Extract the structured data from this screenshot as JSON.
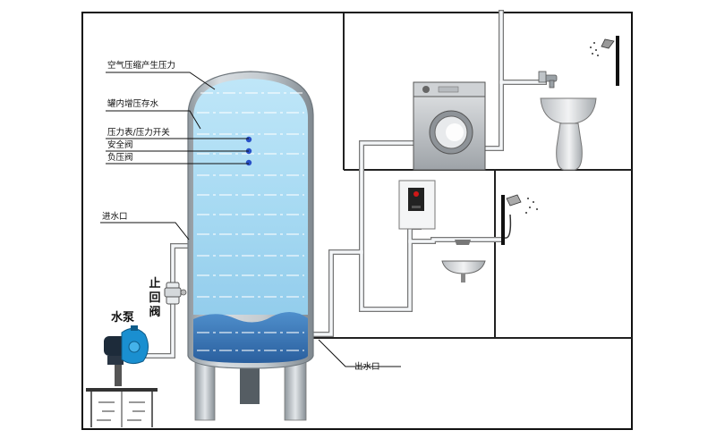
{
  "labels": {
    "air_compression": "空气压缩产生压力",
    "tank_storage": "罐内增压存水",
    "pressure_gauge_switch": "压力表/压力开关",
    "safety_valve": "安全阀",
    "negative_pressure_valve": "负压阀",
    "water_inlet": "进水口",
    "check_valve": [
      "止",
      "回",
      "阀"
    ],
    "pump": "水泵",
    "water_outlet": "出水口"
  },
  "icons": {
    "washing_machine": "washing-machine-icon",
    "wash_basin": "wash-basin-icon",
    "shower_head": "shower-head-icon",
    "water_heater": "water-heater-icon",
    "sink": "sink-icon",
    "faucet": "faucet-icon",
    "pump": "water-pump-icon",
    "valve": "valve-icon"
  },
  "colors": {
    "tank_water_light": "#9fd6f2",
    "tank_water_deep": "#2f6fb3",
    "tank_steel": "#b9c0c6",
    "indicator_dots": "#2850c8",
    "pump_body": "#1a8fd0",
    "heater_indicator": "#d01818",
    "outline": "#222222"
  }
}
